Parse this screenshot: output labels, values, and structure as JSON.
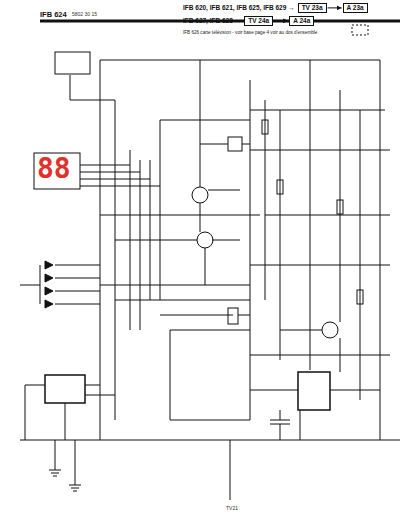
{
  "diagram": {
    "title": "IFB 624",
    "nodes": [
      {
        "text": [
          "TV 23a"
        ]
      },
      {
        "text": [
          "A 23a"
        ]
      },
      {
        "text": [
          "TV 24a"
        ]
      },
      {
        "text": [
          "A 24a"
        ]
      }
    ],
    "edges": [
      {
        "from": 0,
        "to": 1,
        "arrow": "to"
      },
      {
        "from": 2,
        "to": 3,
        "arrow": "to"
      }
    ],
    "labels": [
      "5802 30 15",
      "IFB 620, IFB 621, IFB 625, IFB 629 →",
      "IFB 627, IFB 628 →",
      "IFB 626 carte télévision - voir base page 4 voir au dos d'ensemble",
      "88",
      "TV21"
    ]
  }
}
